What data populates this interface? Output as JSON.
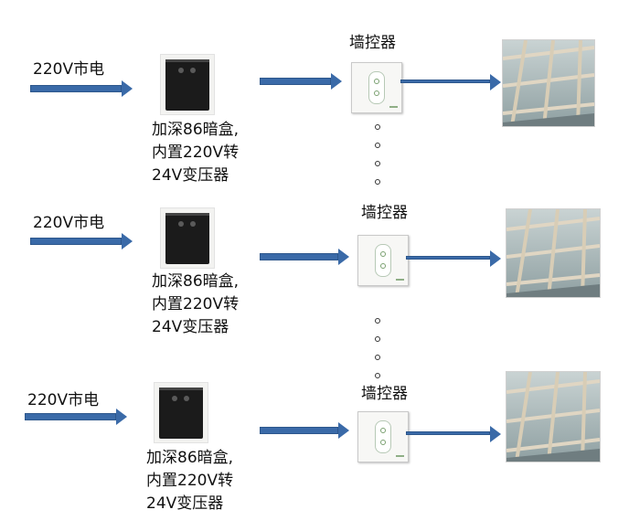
{
  "rows": [
    {
      "input_label": "220V市电",
      "box_desc_line1": "加深86暗盒,",
      "box_desc_line2": "内置220V转",
      "box_desc_line3": "24V变压器",
      "wall_label": "墙控器"
    },
    {
      "input_label": "220V市电",
      "box_desc_line1": "加深86暗盒,",
      "box_desc_line2": "内置220V转",
      "box_desc_line3": "24V变压器",
      "wall_label": "墙控器"
    },
    {
      "input_label": "220V市电",
      "box_desc_line1": "加深86暗盒,",
      "box_desc_line2": "内置220V转",
      "box_desc_line3": "24V变压器",
      "wall_label": "墙控器"
    }
  ],
  "continuation_dots": [
    "。",
    "。",
    "。",
    "。"
  ],
  "colors": {
    "arrow": "#3a6aa8",
    "arrow_border": "#2d578c"
  },
  "icons": {
    "junction_box": "black-86-junction-box",
    "wall_controller": "wall-controller-switch",
    "skylight": "skylight-roof-photo"
  }
}
